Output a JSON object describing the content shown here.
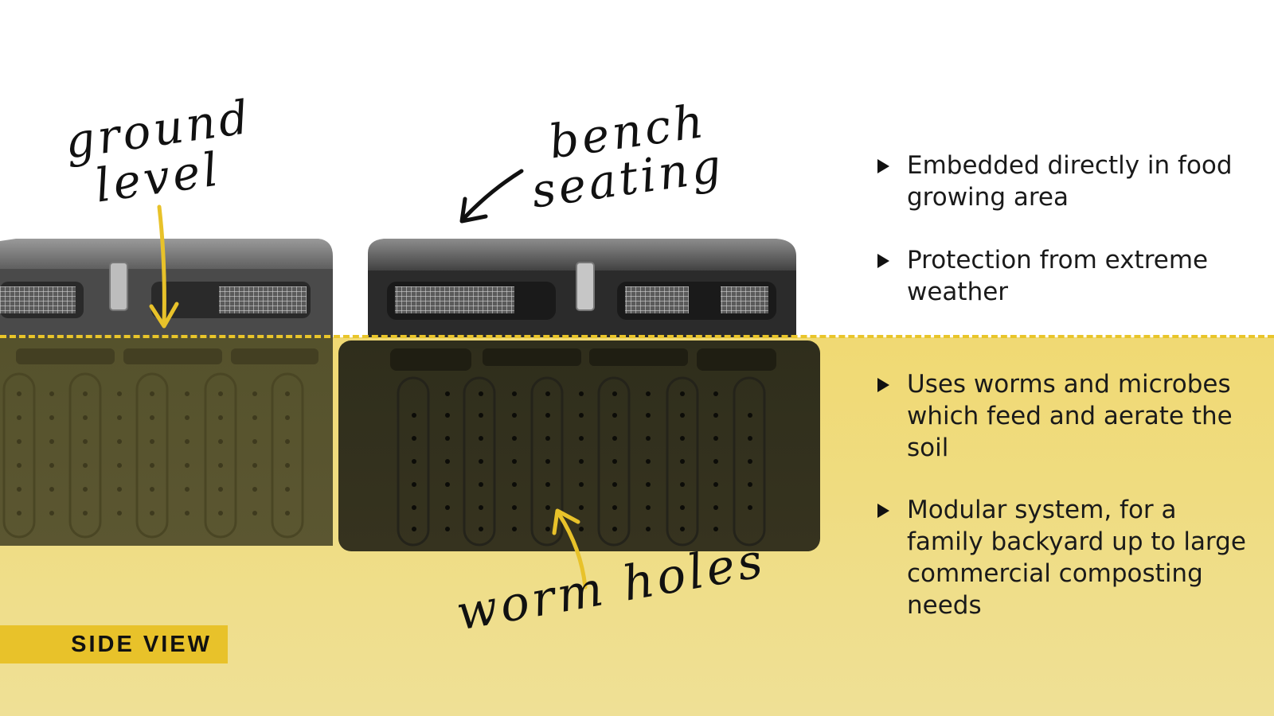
{
  "annotations": {
    "ground_level_line1": "ground",
    "ground_level_line2": "level",
    "bench_seating_line1": "bench",
    "bench_seating_line2": "seating",
    "worm_holes": "worm holes"
  },
  "features": [
    {
      "text": "Embedded directly in food growing area"
    },
    {
      "text": "Protection from extreme weather"
    },
    {
      "text": "Uses worms and microbes which feed and aerate the soil"
    },
    {
      "text": "Modular system, for a family backyard up to large commercial composting needs"
    }
  ],
  "view_label": "SIDE VIEW",
  "colors": {
    "accent_yellow": "#e8c22a",
    "ground_fill": "#efdc80",
    "bin_lid": "#7a7a7a",
    "bin_body": "#3a3a2a",
    "text": "#1a1a1a"
  },
  "icons": [
    "bullet-triangle-icon",
    "arrow-icon"
  ]
}
